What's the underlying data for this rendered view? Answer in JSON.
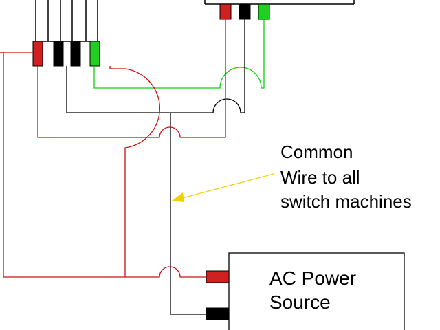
{
  "labels": {
    "common_line1": "Common",
    "common_line2": "Wire to all",
    "common_line3": "switch machines",
    "power_line1": "AC Power",
    "power_line2": "Source"
  },
  "colors": {
    "red_wire": "#d01010",
    "black_wire": "#000000",
    "green_wire": "#10d010",
    "arrow": "#f0d000",
    "red_terminal": "#d02020",
    "green_terminal": "#20d020"
  }
}
